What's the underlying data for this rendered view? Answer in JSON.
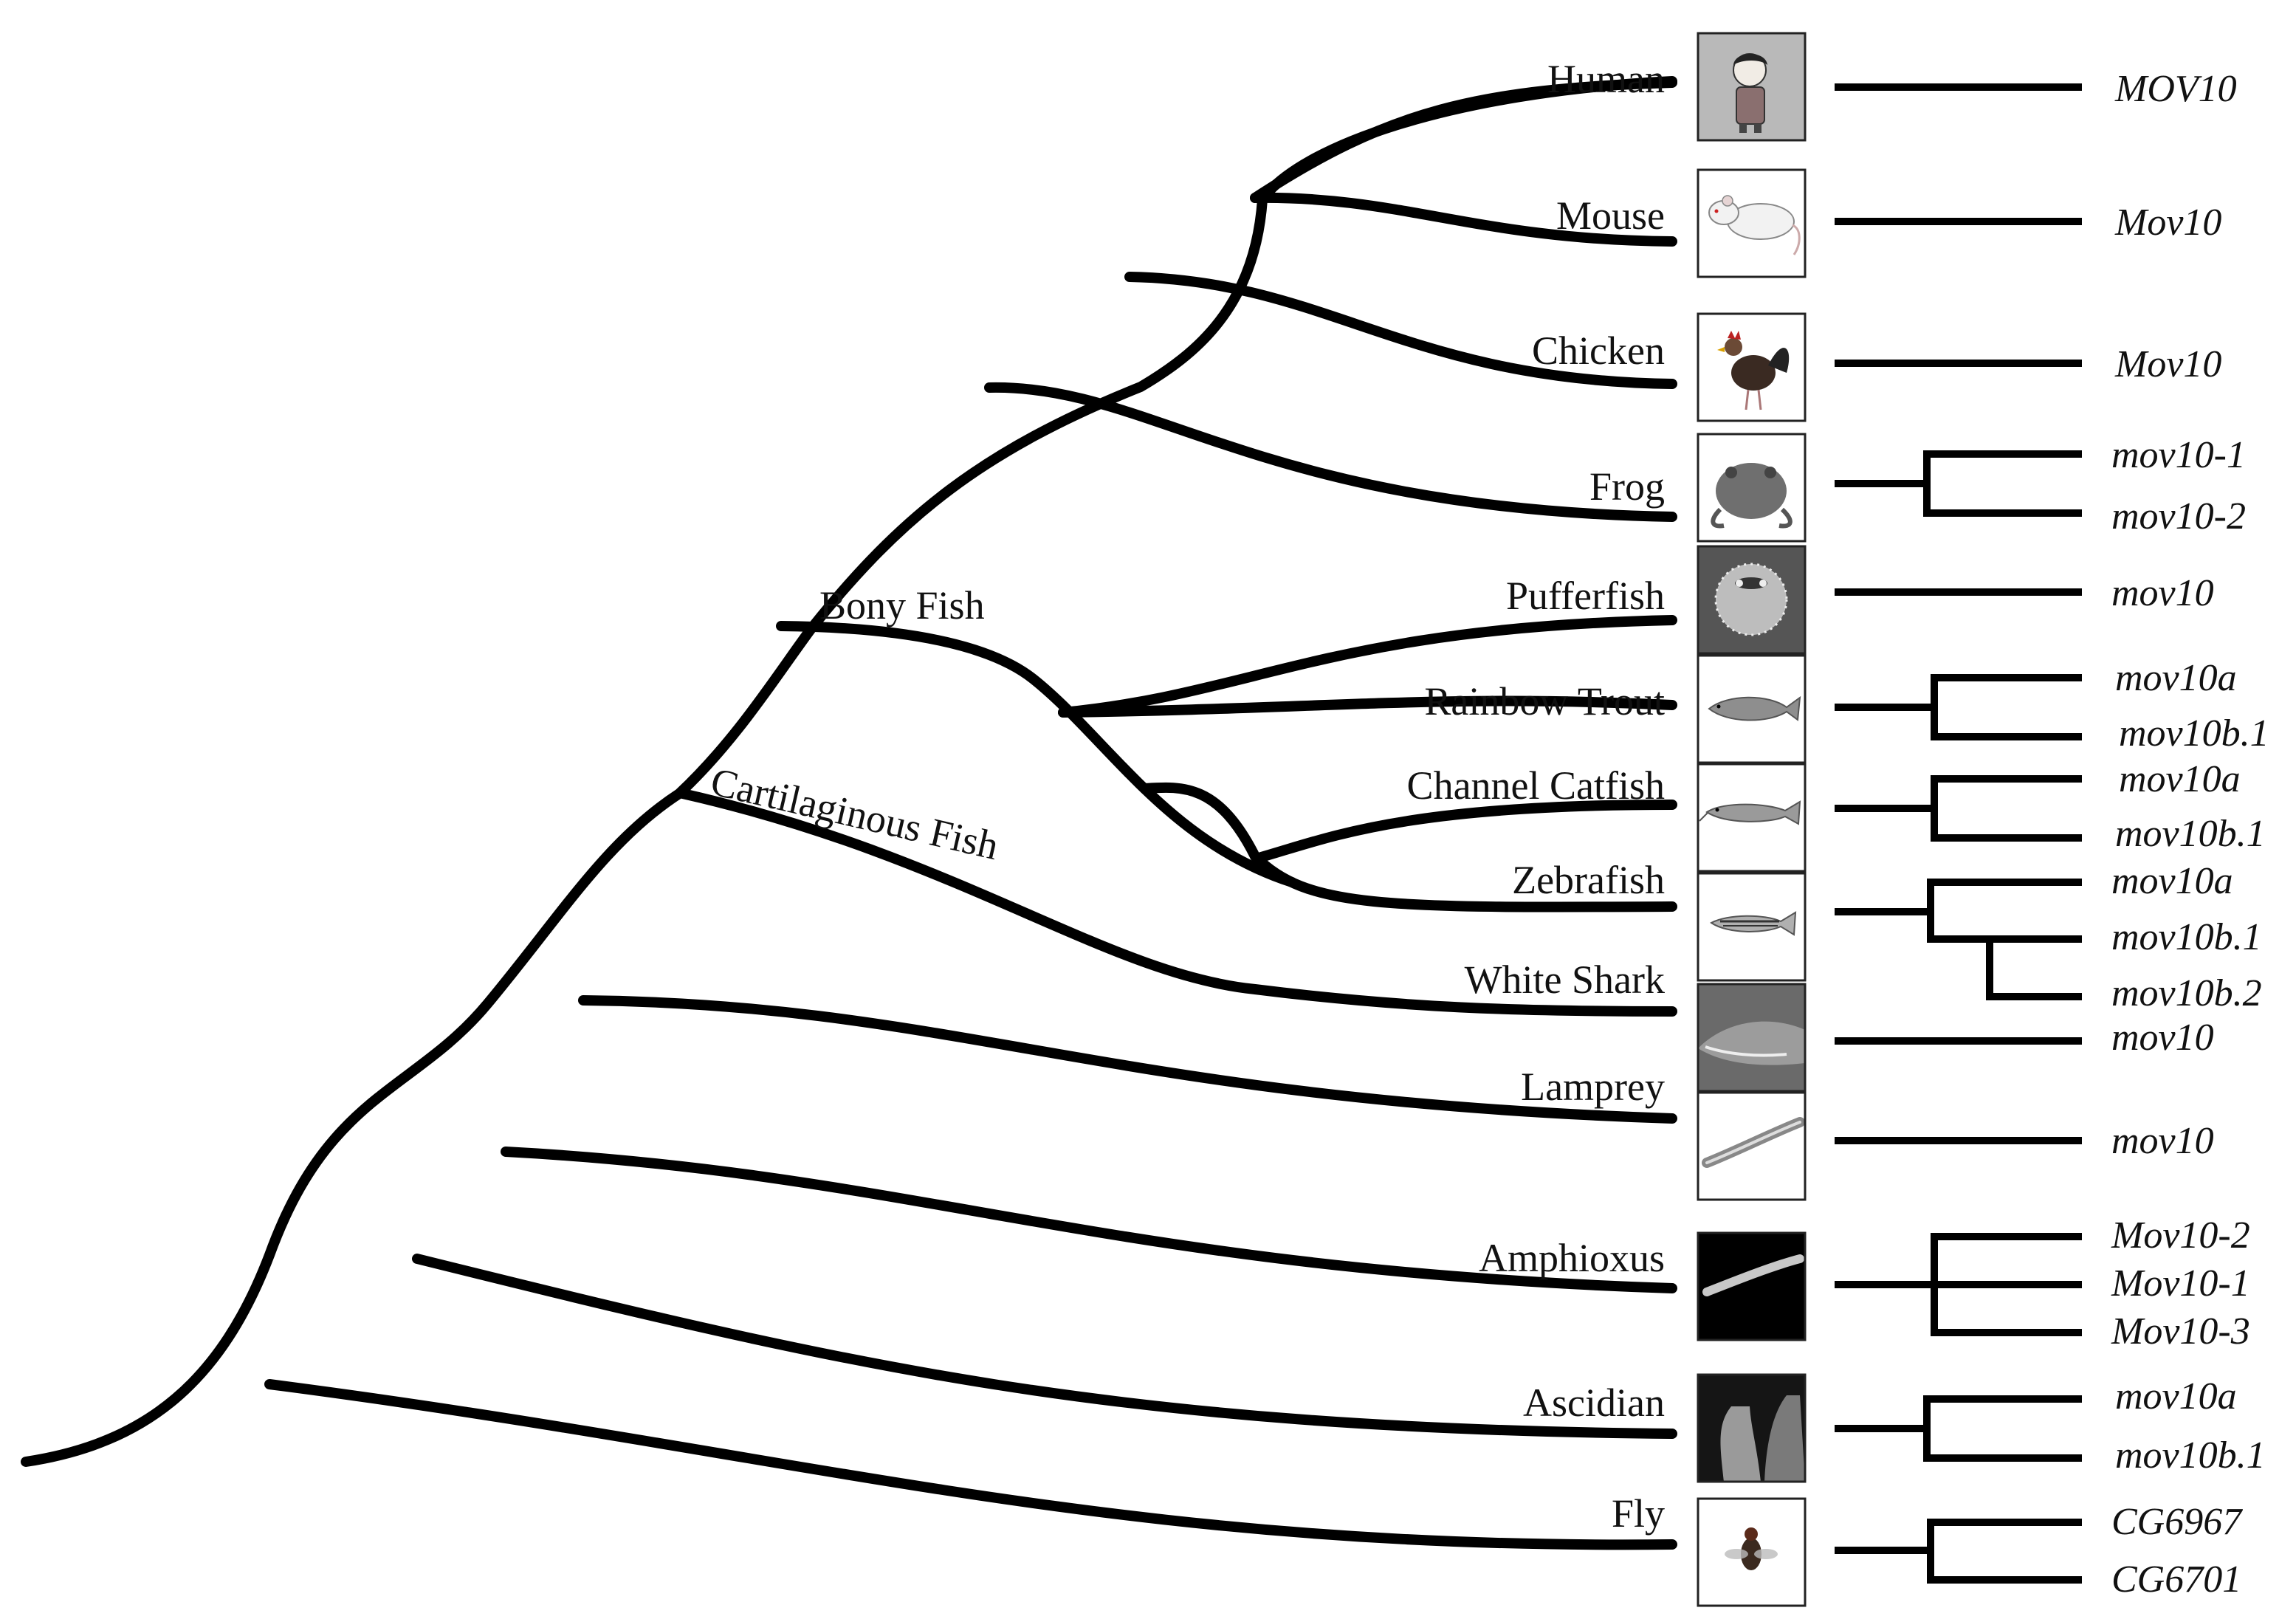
{
  "clades": {
    "bony_fish": "Bony Fish",
    "cartilaginous_fish": "Cartilaginous Fish"
  },
  "species": [
    {
      "name": "Human",
      "genes": [
        "MOV10"
      ]
    },
    {
      "name": "Mouse",
      "genes": [
        "Mov10"
      ]
    },
    {
      "name": "Chicken",
      "genes": [
        "Mov10"
      ]
    },
    {
      "name": "Frog",
      "genes": [
        "mov10-1",
        "mov10-2"
      ]
    },
    {
      "name": "Pufferfish",
      "genes": [
        "mov10"
      ]
    },
    {
      "name": "Rainbow Trout",
      "genes": [
        "mov10a",
        "mov10b.1"
      ]
    },
    {
      "name": "Channel Catfish",
      "genes": [
        "mov10a",
        "mov10b.1"
      ]
    },
    {
      "name": "Zebrafish",
      "genes": [
        "mov10a",
        "mov10b.1",
        "mov10b.2"
      ]
    },
    {
      "name": "White Shark",
      "genes": [
        "mov10"
      ]
    },
    {
      "name": "Lamprey",
      "genes": [
        "mov10"
      ]
    },
    {
      "name": "Amphioxus",
      "genes": [
        "Mov10-2",
        "Mov10-1",
        "Mov10-3"
      ]
    },
    {
      "name": "Ascidian",
      "genes": [
        "mov10a",
        "mov10b.1"
      ]
    },
    {
      "name": "Fly",
      "genes": [
        "CG6967",
        "CG6701"
      ]
    }
  ],
  "icons": [
    "human-icon",
    "mouse-icon",
    "rooster-icon",
    "frog-icon",
    "pufferfish-icon",
    "trout-icon",
    "catfish-icon",
    "zebrafish-icon",
    "shark-icon",
    "lamprey-icon",
    "amphioxus-icon",
    "ascidian-icon",
    "fly-icon"
  ]
}
